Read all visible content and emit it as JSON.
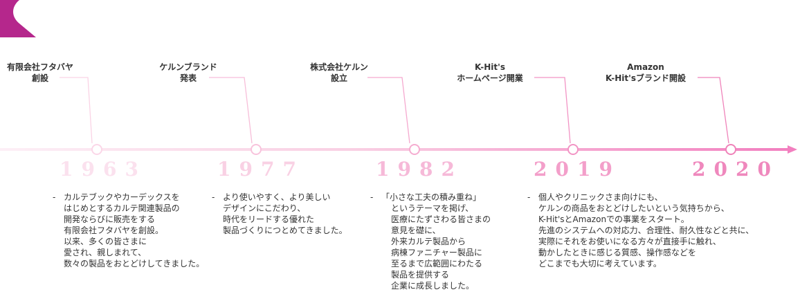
{
  "colors": {
    "accent": "#b5278c",
    "line_pink": "#f27fbf",
    "line_pale": "#fbe3ef"
  },
  "events": [
    {
      "title_lines": [
        "有限会社フタバヤ",
        "創設"
      ],
      "year": "1963",
      "year_color": "#fbe1ee",
      "desc_lines": [
        "カルテブックやカーデックスを",
        "はじめとするカルテ関連製品の",
        "開発ならびに販売をする",
        "有限会社フタバヤを創設。",
        "以来、多くの皆さまに",
        "愛され、親しまれて、",
        "数々の製品をおとどけしてきました。"
      ]
    },
    {
      "title_lines": [
        "ケルンブランド",
        "発表"
      ],
      "year": "1977",
      "year_color": "#f9d1e4",
      "desc_lines": [
        "より使いやすく、より美しい",
        "デザインにこだわり、",
        "時代をリードする優れた",
        "製品づくりにつとめてきました。"
      ]
    },
    {
      "title_lines": [
        "株式会社ケルン",
        "設立"
      ],
      "year": "1982",
      "year_color": "#f6b9d8",
      "desc_lines": [
        "「小さな工夫の積み重ね」",
        "というテーマを掲げ、",
        "医療にたずさわる皆さまの",
        "意見を礎に、",
        "外来カルテ製品から",
        "病棟ファニチャー製品に",
        "至るまで広範囲にわたる",
        "製品を提供する",
        "企業に成長しました。"
      ]
    },
    {
      "title_lines": [
        "K-Hit's",
        "ホームページ開業"
      ],
      "year": "2019",
      "year_color": "#f39fca",
      "desc_lines": [
        "個人やクリニックさま向けにも、",
        "ケルンの商品をおとどけしたいという気持ちから、",
        "K-Hit'sとAmazonでの事業をスタート。",
        "先進のシステムへの対応力、合理性、耐久性などと共に、",
        "実際にそれをお使いになる方々が直接手に触れ、",
        "動かしたときに感じる質感、操作感などを",
        "どこまでも大切に考えています。"
      ]
    },
    {
      "title_lines": [
        "Amazon",
        "K-Hit'sブランド開設"
      ],
      "year": "2020",
      "year_color": "#ef88bd",
      "desc_lines": []
    }
  ]
}
